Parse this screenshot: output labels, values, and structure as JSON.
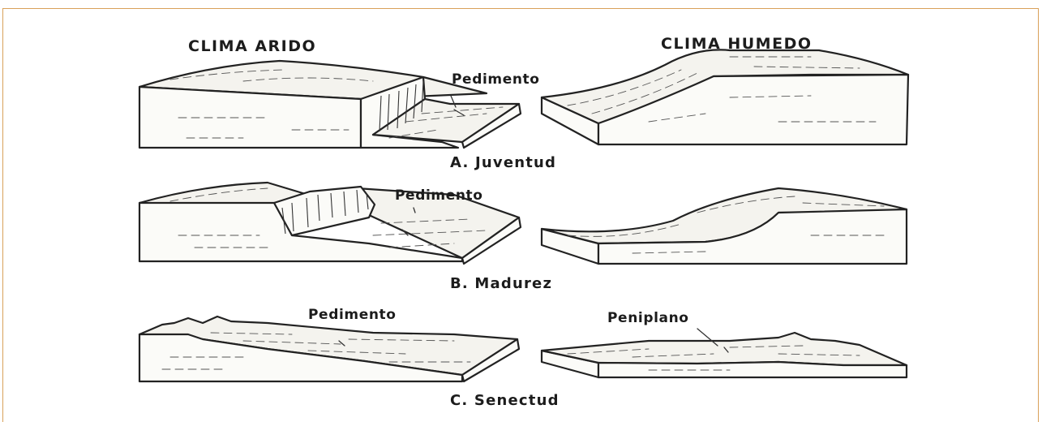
{
  "headers": {
    "arid": "CLIMA ARIDO",
    "humid": "CLIMA HUMEDO"
  },
  "stages": [
    {
      "caption": "A.  Juventud",
      "arid_label": "Pedimento",
      "humid_label": ""
    },
    {
      "caption": "B.  Madurez",
      "arid_label": "Pedimento",
      "humid_label": ""
    },
    {
      "caption": "C.  Senectud",
      "arid_label": "Pedimento",
      "humid_label": "Peniplano"
    }
  ],
  "colors": {
    "frame": "#d9a15a",
    "ink": "#222222"
  }
}
